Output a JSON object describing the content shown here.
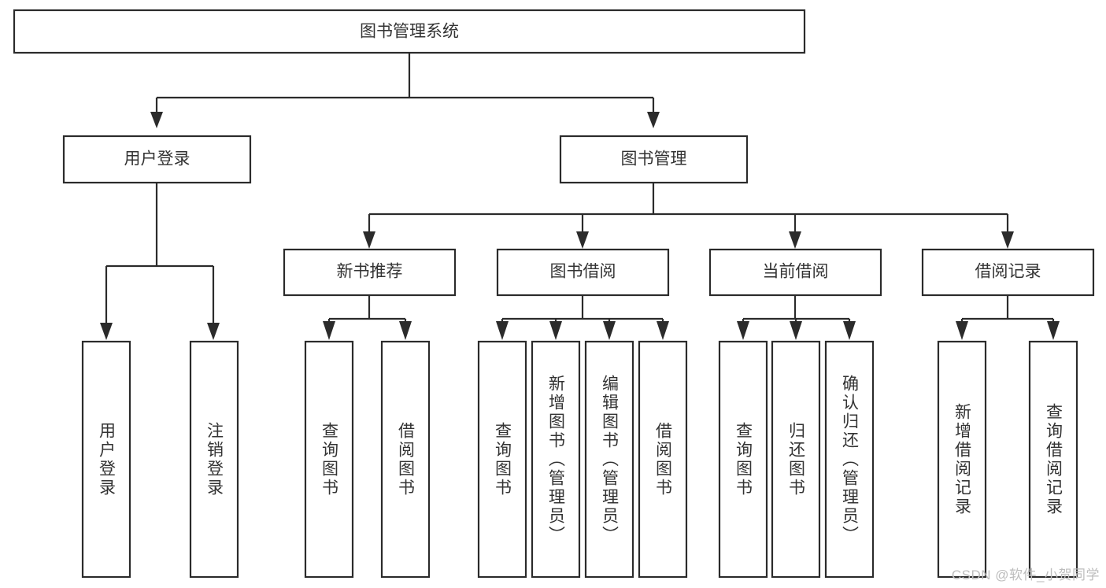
{
  "diagram": {
    "title": "图书管理系统",
    "watermark": "CSDN @软件_小贺同学",
    "colors": {
      "stroke": "#2b2b2b",
      "box_fill": "#ffffff",
      "text": "#333333",
      "background": "#ffffff",
      "watermark": "#bdbdbd"
    },
    "root": {
      "label": "图书管理系统"
    },
    "level2": [
      {
        "label": "用户登录"
      },
      {
        "label": "图书管理"
      }
    ],
    "level3": [
      {
        "label": "新书推荐"
      },
      {
        "label": "图书借阅"
      },
      {
        "label": "当前借阅"
      },
      {
        "label": "借阅记录"
      }
    ],
    "leaves": {
      "user_login": [
        {
          "label": "用户登录"
        },
        {
          "label": "注销登录"
        }
      ],
      "new_book_recommend": [
        {
          "label": "查询图书"
        },
        {
          "label": "借阅图书"
        }
      ],
      "book_borrow": [
        {
          "label": "查询图书"
        },
        {
          "label": "新增图书（管理员）"
        },
        {
          "label": "编辑图书（管理员）"
        },
        {
          "label": "借阅图书"
        }
      ],
      "current_borrow": [
        {
          "label": "查询图书"
        },
        {
          "label": "归还图书"
        },
        {
          "label": "确认归还（管理员）"
        }
      ],
      "borrow_records": [
        {
          "label": "新增借阅记录"
        },
        {
          "label": "查询借阅记录"
        }
      ]
    }
  }
}
